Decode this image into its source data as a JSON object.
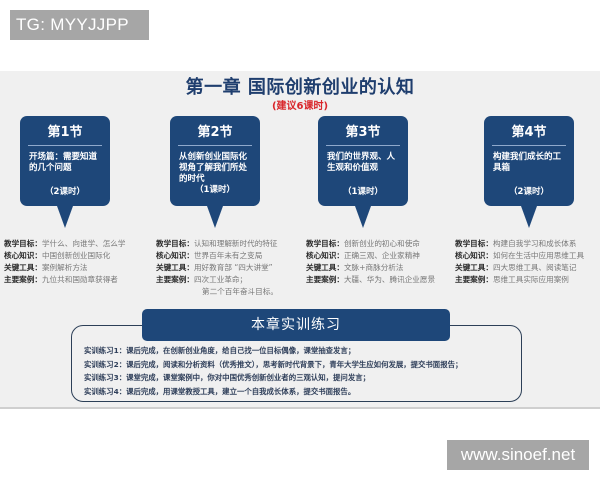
{
  "watermarks": {
    "top": "TG: MYYJJPP",
    "bottom": "www.sinoef.net"
  },
  "chapter": {
    "title": "第一章   国际创新创业的认知",
    "subtitle": "(建议6课时)"
  },
  "colors": {
    "navy": "#1e4779",
    "title_navy": "#1f3e6e",
    "accent_red": "#d9252a",
    "panel_gray": "#f0f0f0"
  },
  "sections": [
    {
      "title": "第1节",
      "desc": "开场篇：需要知道的几个问题",
      "hours": "（2课时）",
      "info": [
        {
          "label": "教学目标：",
          "value": "学什么、向谁学、怎么学"
        },
        {
          "label": "核心知识：",
          "value": "中国创新创业国际化"
        },
        {
          "label": "关键工具：",
          "value": "案例解析方法"
        },
        {
          "label": "主要案例：",
          "value": "九位共和国勋章获得者"
        }
      ]
    },
    {
      "title": "第2节",
      "desc": "从创新创业国际化视角了解我们所处的时代",
      "hours": "（1课时）",
      "info": [
        {
          "label": "教学目标：",
          "value": "认知和理解新时代的特征"
        },
        {
          "label": "核心知识：",
          "value": "世界百年未有之变局"
        },
        {
          "label": "关键工具：",
          "value": "用好教育部 “四大讲堂”"
        },
        {
          "label": "主要案例：",
          "value": "四次工业革命；"
        }
      ],
      "info_extra": "第二个百年奋斗目标。"
    },
    {
      "title": "第3节",
      "desc": "我们的世界观、人生观和价值观",
      "hours": "（1课时）",
      "info": [
        {
          "label": "教学目标：",
          "value": "创新创业的初心和使命"
        },
        {
          "label": "核心知识：",
          "value": "正确三观、企业家精神"
        },
        {
          "label": "关键工具：",
          "value": "文脉+商脉分析法"
        },
        {
          "label": "主要案例：",
          "value": "大疆、华为、腾讯企业愿景"
        }
      ]
    },
    {
      "title": "第4节",
      "desc": "构建我们成长的工具箱",
      "hours": "（2课时）",
      "info": [
        {
          "label": "教学目标：",
          "value": "构建自我学习和成长体系"
        },
        {
          "label": "核心知识：",
          "value": "如何在生活中应用思维工具"
        },
        {
          "label": "关键工具：",
          "value": "四大思维工具、阅读笔记"
        },
        {
          "label": "主要案例：",
          "value": "思维工具实际应用案例"
        }
      ]
    }
  ],
  "practice": {
    "title": "本章实训练习",
    "items": [
      "实训练习1：课后完成，在创新创业角度，给自己找一位目标偶像，课堂抽查发言；",
      "实训练习2：课后完成，阅读和分析资料（优秀推文），思考新时代背景下，青年大学生应如何发展，提交书面报告；",
      "实训练习3：课堂完成，课堂案例中，你对中国优秀创新创业者的三观认知，提问发言；",
      "实训练习4：课后完成，用课堂教授工具，建立一个自我成长体系，提交书面报告。"
    ]
  }
}
